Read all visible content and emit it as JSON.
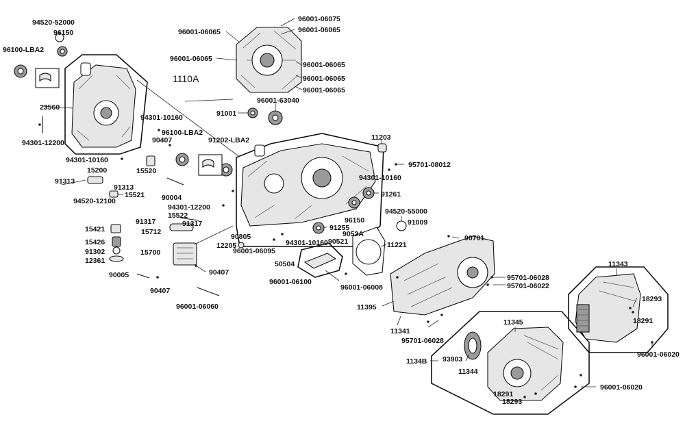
{
  "diagram": {
    "main_group_label": "1110A",
    "parts": [
      {
        "id": "p_94520_52000",
        "label": "94520-52000"
      },
      {
        "id": "p_96150_a",
        "label": "96150"
      },
      {
        "id": "p_96100_lba2_a",
        "label": "96100-LBA2"
      },
      {
        "id": "p_23560",
        "label": "23560"
      },
      {
        "id": "p_94301_12200_a",
        "label": "94301-12200"
      },
      {
        "id": "p_94301_10160_a",
        "label": "94301-10160"
      },
      {
        "id": "p_15200",
        "label": "15200"
      },
      {
        "id": "p_91313_a",
        "label": "91313"
      },
      {
        "id": "p_91313_b",
        "label": "91313"
      },
      {
        "id": "p_15521",
        "label": "15521"
      },
      {
        "id": "p_94520_12100",
        "label": "94520-12100"
      },
      {
        "id": "p_94301_10160_b",
        "label": "94301-10160"
      },
      {
        "id": "p_96100_lba2_b",
        "label": "96100-LBA2"
      },
      {
        "id": "p_90407_a",
        "label": "90407"
      },
      {
        "id": "p_15520",
        "label": "15520"
      },
      {
        "id": "p_90004",
        "label": "90004"
      },
      {
        "id": "p_94301_12200_b",
        "label": "94301-12200"
      },
      {
        "id": "p_91202_lba2",
        "label": "91202-LBA2"
      },
      {
        "id": "p_96001_06075",
        "label": "96001-06075"
      },
      {
        "id": "p_96001_06065_a",
        "label": "96001-06065"
      },
      {
        "id": "p_96001_06065_b",
        "label": "96001-06065"
      },
      {
        "id": "p_96001_06065_c",
        "label": "96001-06065"
      },
      {
        "id": "p_96001_06065_d",
        "label": "96001-06065"
      },
      {
        "id": "p_96001_06065_e",
        "label": "96001-06065"
      },
      {
        "id": "p_96001_06065_f",
        "label": "96001-06065"
      },
      {
        "id": "p_96001_06065_g",
        "label": "96001-06065"
      },
      {
        "id": "p_91001",
        "label": "91001"
      },
      {
        "id": "p_96001_63040",
        "label": "96001-63040"
      },
      {
        "id": "p_11203",
        "label": "11203"
      },
      {
        "id": "p_95701_08012",
        "label": "95701-08012"
      },
      {
        "id": "p_94301_10160_c",
        "label": "94301-10160"
      },
      {
        "id": "p_91261",
        "label": "91261"
      },
      {
        "id": "p_96150_b",
        "label": "96150"
      },
      {
        "id": "p_91255",
        "label": "91255"
      },
      {
        "id": "p_94520_55000",
        "label": "94520-55000"
      },
      {
        "id": "p_91009",
        "label": "91009"
      },
      {
        "id": "p_91317_a",
        "label": "91317"
      },
      {
        "id": "p_15522",
        "label": "15522"
      },
      {
        "id": "p_91317_b",
        "label": "91317"
      },
      {
        "id": "p_15712",
        "label": "15712"
      },
      {
        "id": "p_15421",
        "label": "15421"
      },
      {
        "id": "p_15426",
        "label": "15426"
      },
      {
        "id": "p_91302",
        "label": "91302"
      },
      {
        "id": "p_12361",
        "label": "12361"
      },
      {
        "id": "p_15700",
        "label": "15700"
      },
      {
        "id": "p_90005",
        "label": "90005"
      },
      {
        "id": "p_90407_b",
        "label": "90407"
      },
      {
        "id": "p_90407_c",
        "label": "90407"
      },
      {
        "id": "p_96001_06060",
        "label": "96001-06060"
      },
      {
        "id": "p_90805",
        "label": "90805"
      },
      {
        "id": "p_12205",
        "label": "12205"
      },
      {
        "id": "p_96001_06095",
        "label": "96001-06095"
      },
      {
        "id": "p_94301_10160_d",
        "label": "94301-10160"
      },
      {
        "id": "p_9052a",
        "label": "9052A"
      },
      {
        "id": "p_90521",
        "label": "90521"
      },
      {
        "id": "p_11221",
        "label": "11221"
      },
      {
        "id": "p_50504",
        "label": "50504"
      },
      {
        "id": "p_96001_06100",
        "label": "96001-06100"
      },
      {
        "id": "p_96001_06008",
        "label": "96001-06008"
      },
      {
        "id": "p_90701",
        "label": "90701"
      },
      {
        "id": "p_95701_06028_a",
        "label": "95701-06028"
      },
      {
        "id": "p_95701_06022",
        "label": "95701-06022"
      },
      {
        "id": "p_11395",
        "label": "11395"
      },
      {
        "id": "p_11341",
        "label": "11341"
      },
      {
        "id": "p_95701_06028_b",
        "label": "95701-06028"
      },
      {
        "id": "p_11345",
        "label": "11345"
      },
      {
        "id": "p_93903",
        "label": "93903"
      },
      {
        "id": "p_1134b",
        "label": "1134B"
      },
      {
        "id": "p_11344",
        "label": "11344"
      },
      {
        "id": "p_18291_a",
        "label": "18291"
      },
      {
        "id": "p_18293_a",
        "label": "18293"
      },
      {
        "id": "p_96001_06020_a",
        "label": "96001-06020"
      },
      {
        "id": "p_11343",
        "label": "11343"
      },
      {
        "id": "p_18293_b",
        "label": "18293"
      },
      {
        "id": "p_18291_b",
        "label": "18291"
      },
      {
        "id": "p_96001_06020_b",
        "label": "96001-06020"
      }
    ]
  }
}
